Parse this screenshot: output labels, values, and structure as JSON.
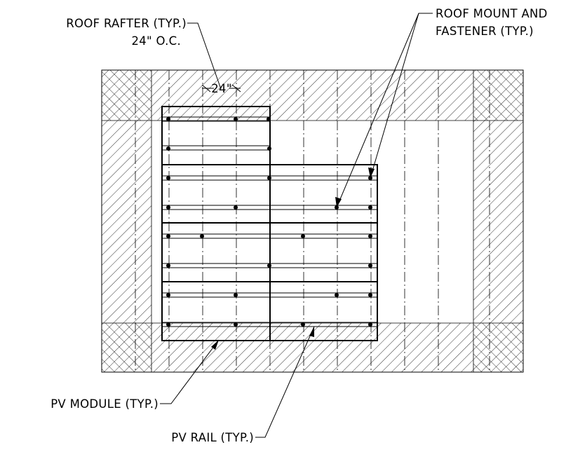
{
  "labels": {
    "rafter_line1": "ROOF RAFTER (TYP.)",
    "rafter_line2": "24\" O.C.",
    "spacing_dim": "24\"",
    "mount_line1": "ROOF MOUNT AND",
    "mount_line2": "FASTENER (TYP.)",
    "module": "PV MODULE (TYP.)",
    "rail": "PV RAIL (TYP.)"
  },
  "colors": {
    "ink": "#000000",
    "background": "#ffffff"
  }
}
